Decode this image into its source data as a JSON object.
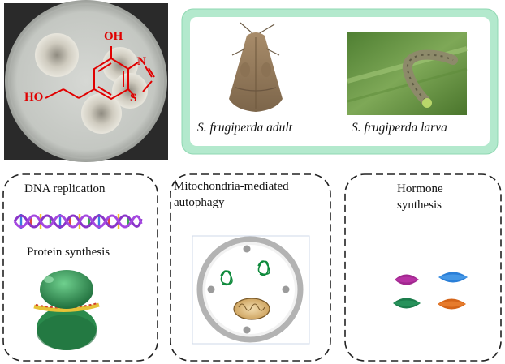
{
  "compound": {
    "atoms": {
      "hydroxyl_ring": "OH",
      "hydroxyl_chain": "HO",
      "nitrogen": "N",
      "sulfur": "S"
    },
    "color": "#e00000"
  },
  "insects": {
    "adult_caption": "S. frugiperda adult",
    "larva_caption": "S. frugiperda larva",
    "panel_border_color": "#9adfb9"
  },
  "panels": {
    "left": {
      "label_top": "DNA replication",
      "label_bottom": "Protein synthesis"
    },
    "middle": {
      "label_line1": "Mitochondria-mediated",
      "label_line2": "autophagy"
    },
    "right": {
      "label_line1": "Hormone",
      "label_line2": "synthesis"
    }
  },
  "icons": {
    "dna": "dna-double-helix-icon",
    "ribosome": "ribosome-icon",
    "autophagosome": "autophagosome-icon",
    "hormones": "hormone-blobs-icon"
  }
}
